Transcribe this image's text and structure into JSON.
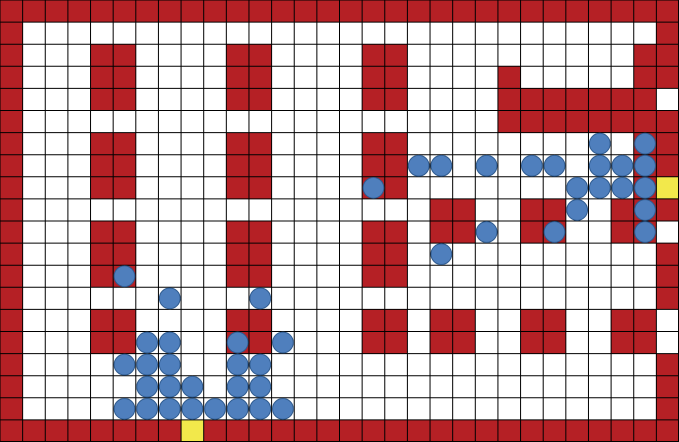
{
  "board": {
    "cols": 30,
    "rows": 20,
    "colors": {
      "background": "#ffffff",
      "grid_line": "#000000",
      "wall": "#b52025",
      "exit": "#f2e84b",
      "agent": "#4f7fbd",
      "agent_outline": "#2f5b8f"
    },
    "walls": [
      "##############################",
      "#............................#",
      "#...##....##....##..........##",
      "#...##....##....##....#.....##",
      "#...##....##....##....#######.",
      "#.....................########",
      "#...##....##....##..........##",
      "#...##....##....##..........##",
      "#...##....##....##..........##",
      "#..................##..##..###",
      "#...##....##....##.##..##..##.",
      "#...##....##....##...........#",
      "#...##....##....##...........#",
      "#............................#",
      "#...##....##....##.##..##..##.",
      "#...##....##....##.##..##..##.",
      "#............................#",
      "#............................#",
      "#............................#",
      "##############################"
    ],
    "exits": [
      [
        29,
        8
      ],
      [
        8,
        19
      ]
    ],
    "agents": [
      [
        26,
        6
      ],
      [
        28,
        6
      ],
      [
        18,
        7
      ],
      [
        19,
        7
      ],
      [
        21,
        7
      ],
      [
        23,
        7
      ],
      [
        24,
        7
      ],
      [
        26,
        7
      ],
      [
        27,
        7
      ],
      [
        28,
        7
      ],
      [
        16,
        8
      ],
      [
        25,
        8
      ],
      [
        26,
        8
      ],
      [
        27,
        8
      ],
      [
        28,
        8
      ],
      [
        25,
        9
      ],
      [
        28,
        9
      ],
      [
        21,
        10
      ],
      [
        24,
        10
      ],
      [
        28,
        10
      ],
      [
        19,
        11
      ],
      [
        5,
        12
      ],
      [
        7,
        13
      ],
      [
        11,
        13
      ],
      [
        6,
        15
      ],
      [
        7,
        15
      ],
      [
        10,
        15
      ],
      [
        12,
        15
      ],
      [
        5,
        16
      ],
      [
        6,
        16
      ],
      [
        7,
        16
      ],
      [
        10,
        16
      ],
      [
        11,
        16
      ],
      [
        6,
        17
      ],
      [
        7,
        17
      ],
      [
        8,
        17
      ],
      [
        10,
        17
      ],
      [
        11,
        17
      ],
      [
        5,
        18
      ],
      [
        6,
        18
      ],
      [
        7,
        18
      ],
      [
        8,
        18
      ],
      [
        9,
        18
      ],
      [
        10,
        18
      ],
      [
        11,
        18
      ],
      [
        12,
        18
      ]
    ]
  }
}
